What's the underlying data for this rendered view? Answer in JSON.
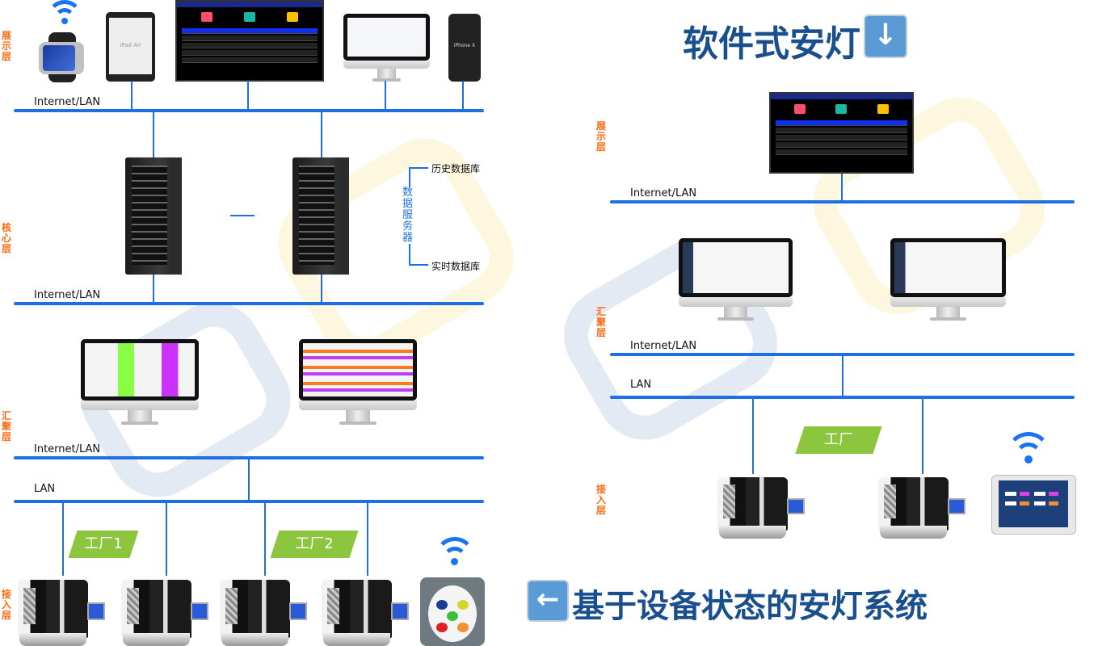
{
  "left": {
    "layers": {
      "display": "展示层",
      "core": "核心层",
      "aggregation": "汇聚层",
      "access": "接入层"
    },
    "bus_labels": {
      "bus1": "Internet/LAN",
      "bus2": "Internet/LAN",
      "bus3": "Internet/LAN",
      "bus4": "LAN"
    },
    "devices": {
      "ipad": "iPad Air",
      "iphone": "iPhone X"
    },
    "data_server": {
      "label": "数据服务器",
      "history_db": "历史数据库",
      "realtime_db": "实时数据库"
    },
    "factories": [
      "工厂1",
      "工厂2"
    ]
  },
  "right": {
    "title": "软件式安灯",
    "title_icon": "down-arrow-emoji",
    "layers": {
      "display": "展示层",
      "aggregation": "汇聚层",
      "access": "接入层"
    },
    "bus_labels": {
      "bus1": "Internet/LAN",
      "bus2": "Internet/LAN",
      "bus3": "LAN"
    },
    "factory": "工厂",
    "bottom_title": "基于设备状态的安灯系统",
    "bottom_title_icon": "left-arrow-emoji"
  },
  "colors": {
    "bus": "#1e6fe6",
    "layer_label": "#ff6a10",
    "factory": "#8cc63f",
    "title": "#1a4f8e"
  }
}
